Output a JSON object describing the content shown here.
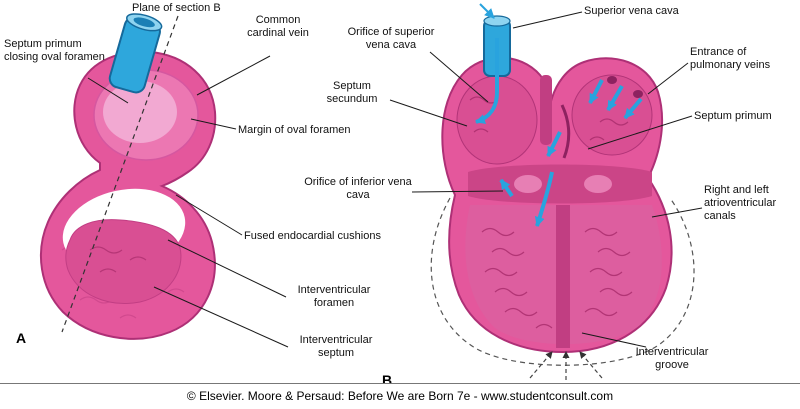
{
  "panel_a": {
    "letter": "A",
    "labels": {
      "plane_of_section": "Plane of section B",
      "common_cardinal_vein": "Common cardinal vein",
      "septum_primum_closing_oval_foramen": "Septum primum closing oval foramen",
      "margin_of_oval_foramen": "Margin of oval foramen",
      "fused_endocardial_cushions": "Fused endocardial cushions",
      "interventricular_foramen": "Interventricular foramen",
      "interventricular_septum": "Interventricular septum"
    }
  },
  "panel_b": {
    "letter": "B",
    "labels": {
      "orifice_of_superior_vena_cava": "Orifice of superior vena cava",
      "superior_vena_cava": "Superior vena cava",
      "septum_secundum": "Septum secundum",
      "entrance_of_pulmonary_veins": "Entrance of pulmonary veins",
      "septum_primum": "Septum primum",
      "orifice_of_inferior_vena_cava": "Orifice of inferior vena cava",
      "right_and_left_atrioventricular_canals": "Right and left atrioventricular canals",
      "interventricular_groove": "Interventricular groove"
    }
  },
  "footer": {
    "caption": "© Elsevier. Moore & Persaud: Before We are Born 7e - www.studentconsult.com"
  },
  "colors": {
    "tissue_pink": "#e4579c",
    "tissue_outline": "#ae3076",
    "tissue_inner": "#d94f93",
    "tissue_pale": "#f2a9d2",
    "vessel_blue": "#2ea7dc",
    "arrow_blue": "#29a3de"
  }
}
